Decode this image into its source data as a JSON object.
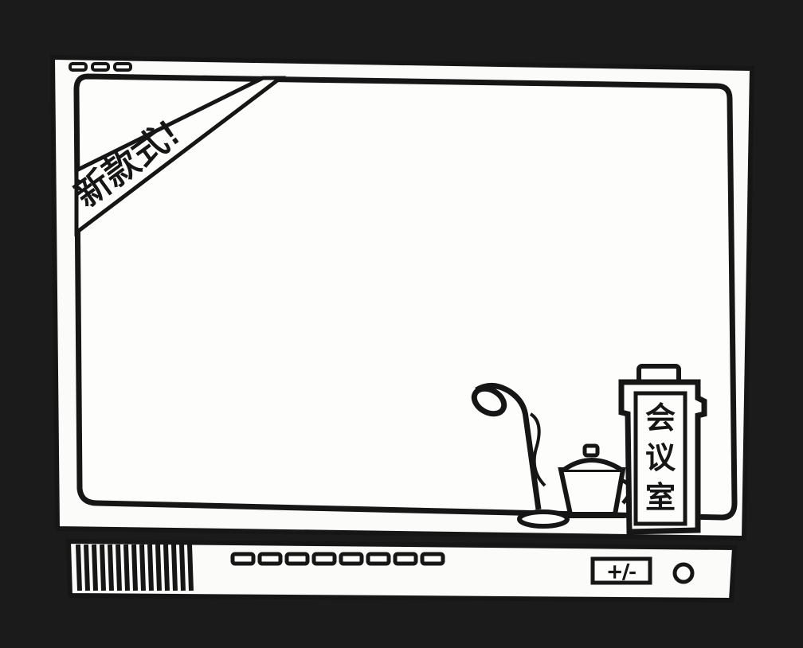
{
  "banner": {
    "text": "新款式!"
  },
  "nameplate": {
    "char1": "会",
    "char2": "议",
    "char3": "室"
  },
  "controls": {
    "volume_label": "+/-",
    "preset_button_count": 8
  },
  "colors": {
    "ink": "#161616",
    "paper": "#fbfbf9",
    "frame": "#1b1b1b"
  }
}
